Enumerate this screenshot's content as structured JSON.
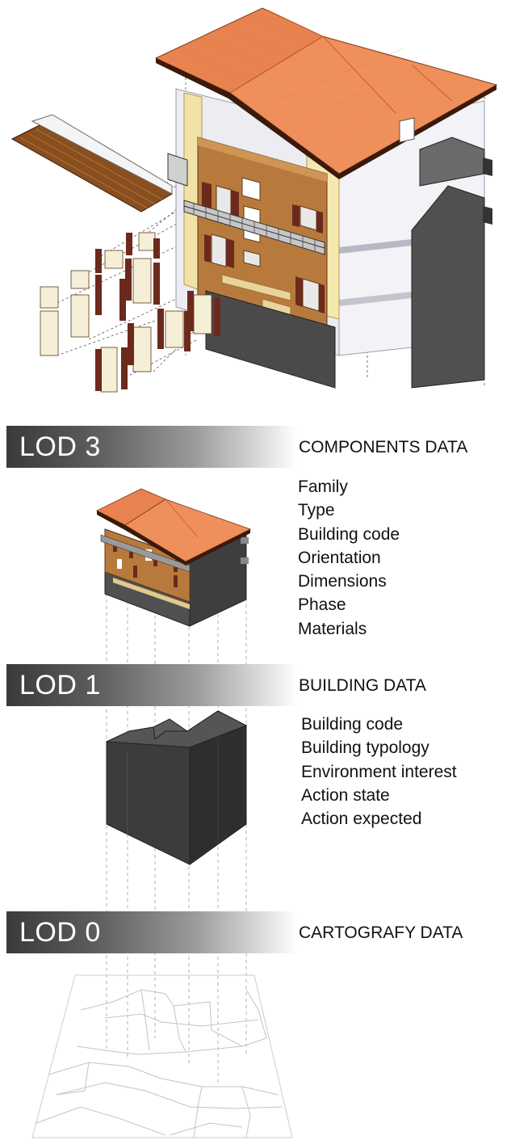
{
  "levels": [
    {
      "lod": "LOD 3",
      "title": "COMPONENTS DATA",
      "attributes": [
        "Family",
        "Type",
        "Building code",
        "Orientation",
        "Dimensions",
        "Phase",
        "Materials"
      ]
    },
    {
      "lod": "LOD 1",
      "title": "BUILDING DATA",
      "attributes": [
        "Building code",
        "Building typology",
        "Environment interest",
        "Action state",
        "Action expected"
      ]
    },
    {
      "lod": "LOD 0",
      "title": "CARTOGRAFY DATA",
      "attributes": []
    }
  ],
  "colors": {
    "roof": "#e8834f",
    "facade": "#b87a3c",
    "shutters": "#6b2a1c",
    "solid_gray": "#4a4a4a",
    "ghost": "#eeeef3"
  }
}
